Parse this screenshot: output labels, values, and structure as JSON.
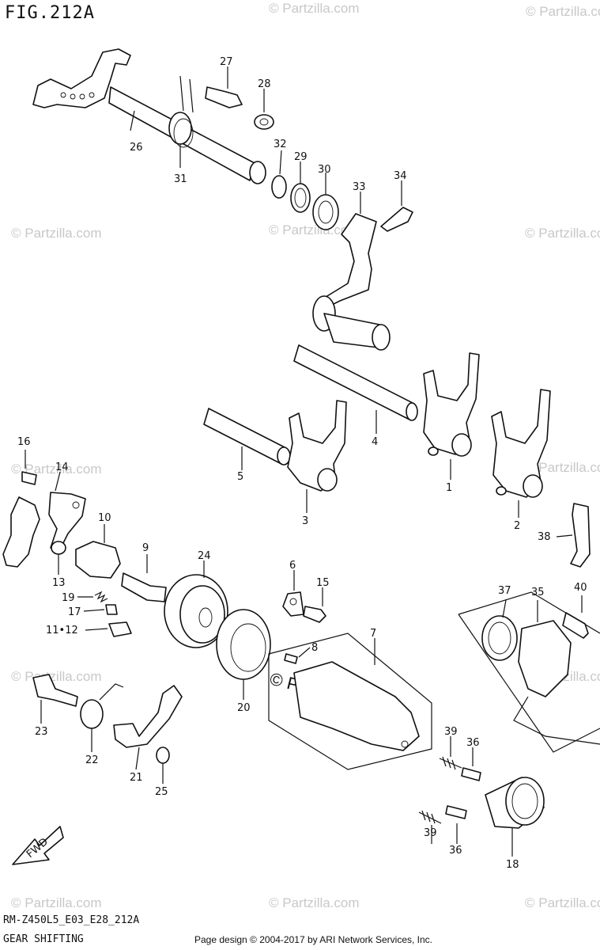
{
  "figure": {
    "title": "FIG.212A",
    "model_code": "RM-Z450L5_E03_E28_212A",
    "section_name": "GEAR SHIFTING",
    "credit": "Page design © 2004-2017 by ARI Network Services, Inc.",
    "watermark": "© Partzilla.com",
    "fwd_label": "FWD"
  },
  "callouts": {
    "c1": "1",
    "c2": "2",
    "c3": "3",
    "c4": "4",
    "c5": "5",
    "c6": "6",
    "c7": "7",
    "c8": "8",
    "c9": "9",
    "c10": "10",
    "c11_12": "11•12",
    "c13": "13",
    "c14": "14",
    "c15": "15",
    "c16": "16",
    "c17": "17",
    "c18": "18",
    "c19": "19",
    "c20": "20",
    "c21": "21",
    "c22": "22",
    "c23": "23",
    "c24": "24",
    "c25": "25",
    "c26": "26",
    "c27": "27",
    "c28": "28",
    "c29": "29",
    "c30": "30",
    "c31": "31",
    "c32": "32",
    "c33": "33",
    "c34": "34",
    "c35": "35",
    "c36a": "36",
    "c36b": "36",
    "c37": "37",
    "c38": "38",
    "c39a": "39",
    "c39b": "39",
    "c40": "40"
  }
}
